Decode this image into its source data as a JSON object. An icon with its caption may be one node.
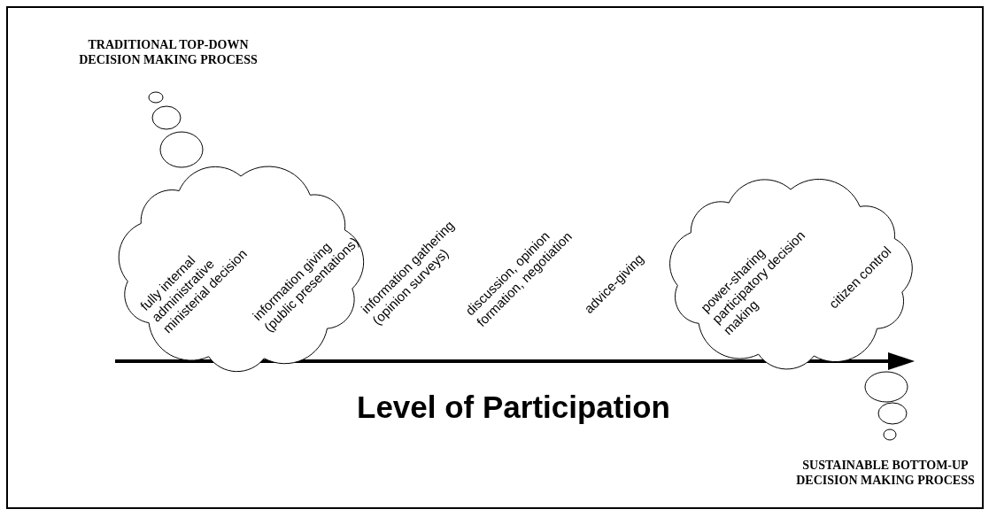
{
  "diagram": {
    "nodes": [
      {
        "text": [
          "fully internal administrative ministerial decision",
          "information giving (public presentations)"
        ]
      },
      {
        "text": [
          "power-sharing participatory decision making",
          "citizen control"
        ]
      }
    ],
    "edges": [],
    "labels": [
      "TRADITIONAL TOP-DOWN DECISION MAKING PROCESS",
      "information gathering (opinion surveys)",
      "discussion, opinion formation, negotiation",
      "advice-giving",
      "Level of Participation",
      "SUSTAINABLE BOTTOM-UP DECISION MAKING PROCESS"
    ]
  }
}
